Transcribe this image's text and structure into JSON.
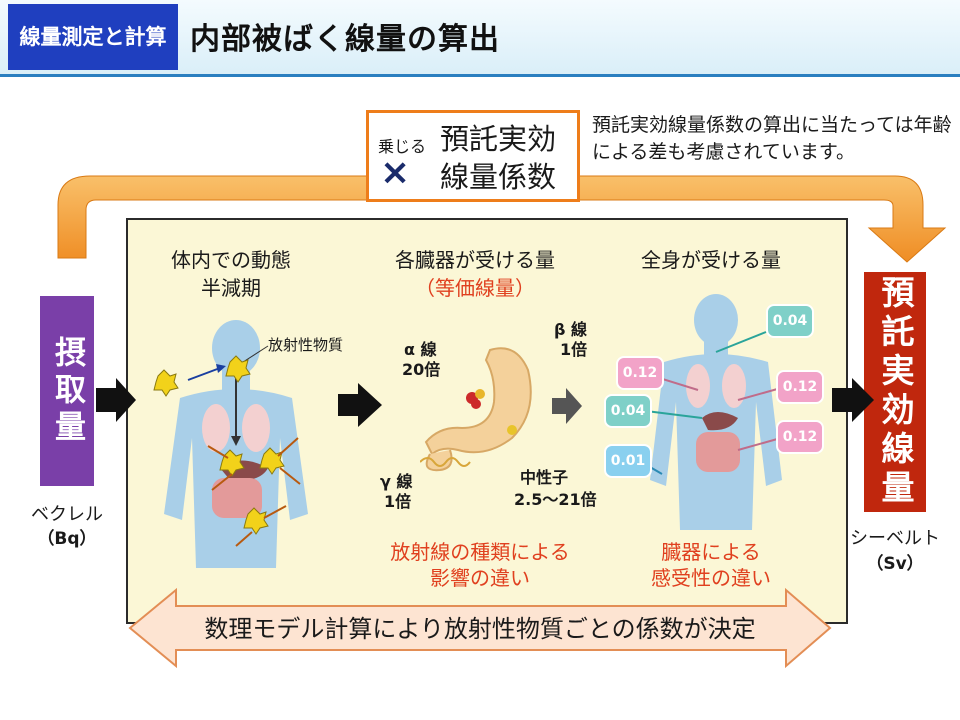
{
  "header": {
    "badge": "線量測定と計算",
    "title": "内部被ばく線量の算出"
  },
  "coefficient": {
    "small": "乗じる",
    "line1": "預託実効",
    "line2": "線量係数",
    "operator": "×"
  },
  "note": "預託実効線量係数の算出に当たっては年齢による差も考慮されています。",
  "intake": {
    "label": "摂取量",
    "unit_name": "ベクレル",
    "unit_symbol": "（Bq）"
  },
  "result": {
    "label": "預託実効線量",
    "unit_name": "シーベルト",
    "unit_symbol": "（Sv）"
  },
  "panel1": {
    "title_line1": "体内での動態",
    "title_line2": "半減期",
    "callout": "放射性物質"
  },
  "panel2": {
    "title": "各臓器が受ける量",
    "subtitle": "（等価線量）",
    "alpha_name": "α 線",
    "alpha_factor": "20倍",
    "beta_name": "β 線",
    "beta_factor": "1倍",
    "gamma_name": "γ 線",
    "gamma_factor": "1倍",
    "neutron_name": "中性子",
    "neutron_factor": "2.5〜21倍",
    "caption_line1": "放射線の種類による",
    "caption_line2": "影響の違い"
  },
  "panel3": {
    "title": "全身が受ける量",
    "caption_line1": "臓器による",
    "caption_line2": "感受性の違い",
    "weights": [
      "0.04",
      "0.12",
      "0.12",
      "0.04",
      "0.12",
      "0.01"
    ]
  },
  "bottom": "数理モデル計算により放射性物質ごとの係数が決定",
  "colors": {
    "header_badge": "#1f3fbf",
    "intake": "#7a3fa8",
    "result": "#c0270d",
    "orange": "#ee7d1a",
    "panel": "#fbf7d6",
    "teal_badge": "#7fd0c8",
    "pink_badge": "#f2a3c8",
    "blue_badge": "#8ad0ef"
  }
}
